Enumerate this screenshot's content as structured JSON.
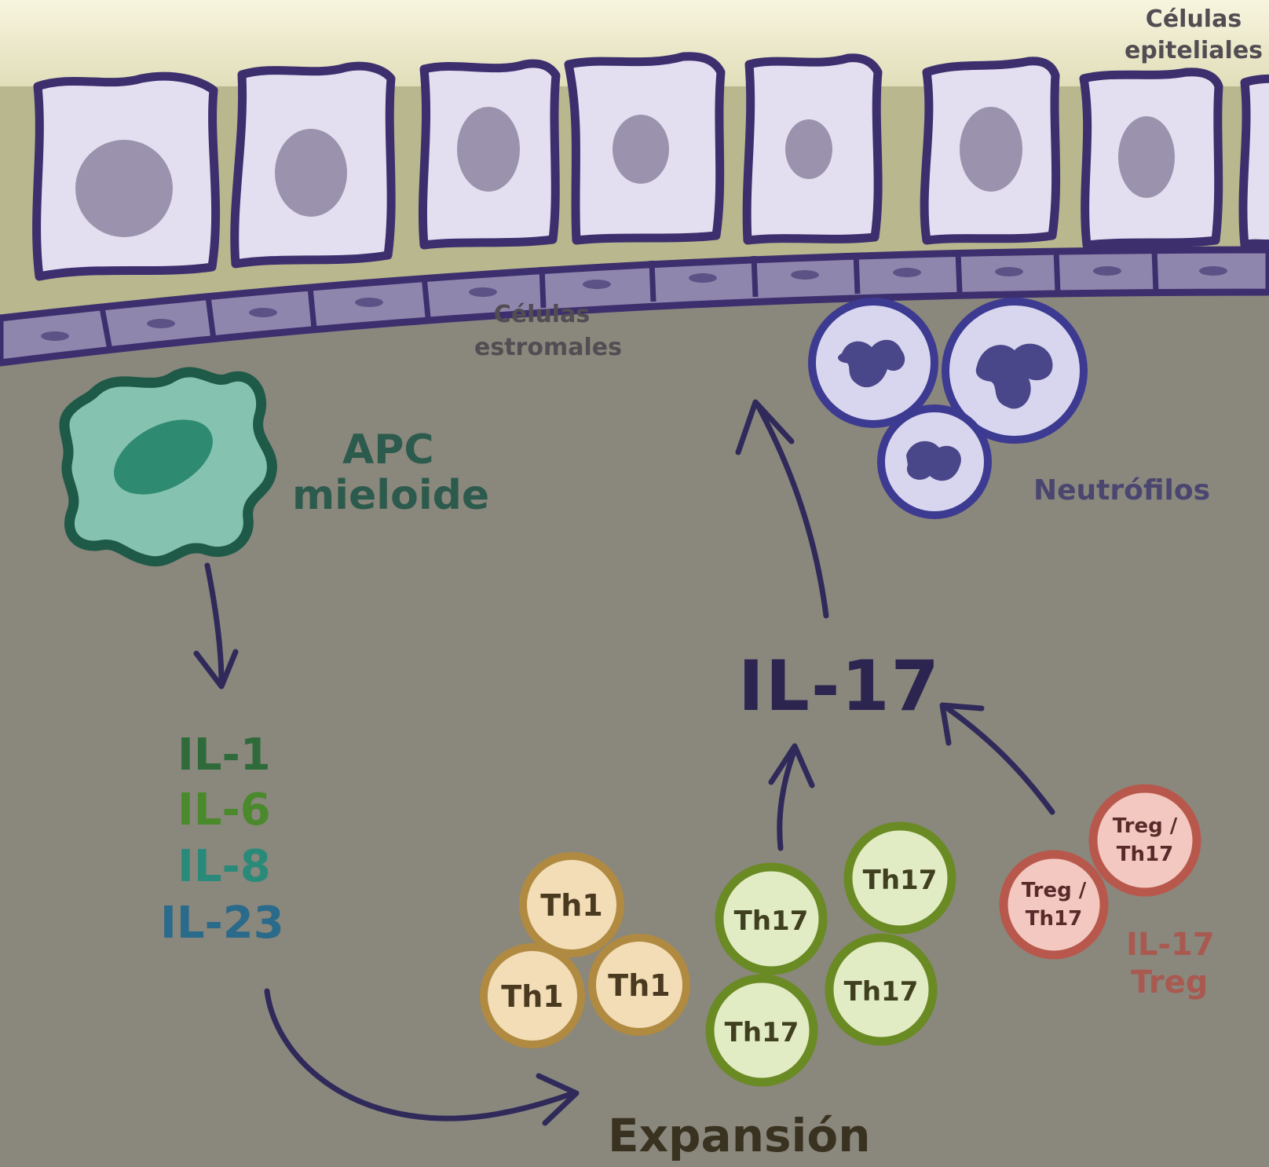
{
  "labels": {
    "epithelial_line1": "Células",
    "epithelial_line2": "epiteliales",
    "stromal_line1": "Células",
    "stromal_line2": "estromales",
    "neutrophils": "Neutrófilos",
    "apc_line1": "APC",
    "apc_line2": "mieloide",
    "il17": "IL-17",
    "expansion": "Expansión",
    "il17_treg_line1": "IL-17",
    "il17_treg_line2": "Treg"
  },
  "cytokines": [
    {
      "name": "IL-1",
      "color": "#2f6b3a"
    },
    {
      "name": "IL-6",
      "color": "#4a8a2c"
    },
    {
      "name": "IL-8",
      "color": "#2a8a7a"
    },
    {
      "name": "IL-23",
      "color": "#2a6a8a"
    }
  ],
  "cells": {
    "th1": [
      "Th1",
      "Th1",
      "Th1"
    ],
    "th17": [
      "Th17",
      "Th17",
      "Th17",
      "Th17"
    ],
    "treg_th17_line1": "Treg /",
    "treg_th17_line2": "Th17"
  },
  "colors": {
    "background": "#8a877d",
    "sky": "#f6f2d8",
    "epithelial_fill": "#e4dff0",
    "cell_outline": "#3d2f6e",
    "nucleus": "#9b93ad",
    "apc_fill": "#86c2b0",
    "apc_outline": "#1f5a48",
    "th1_fill": "#f2ddb6",
    "th17_fill": "#e2ecc4",
    "treg_fill": "#f2c8c0",
    "arrow": "#2f2a5a"
  }
}
